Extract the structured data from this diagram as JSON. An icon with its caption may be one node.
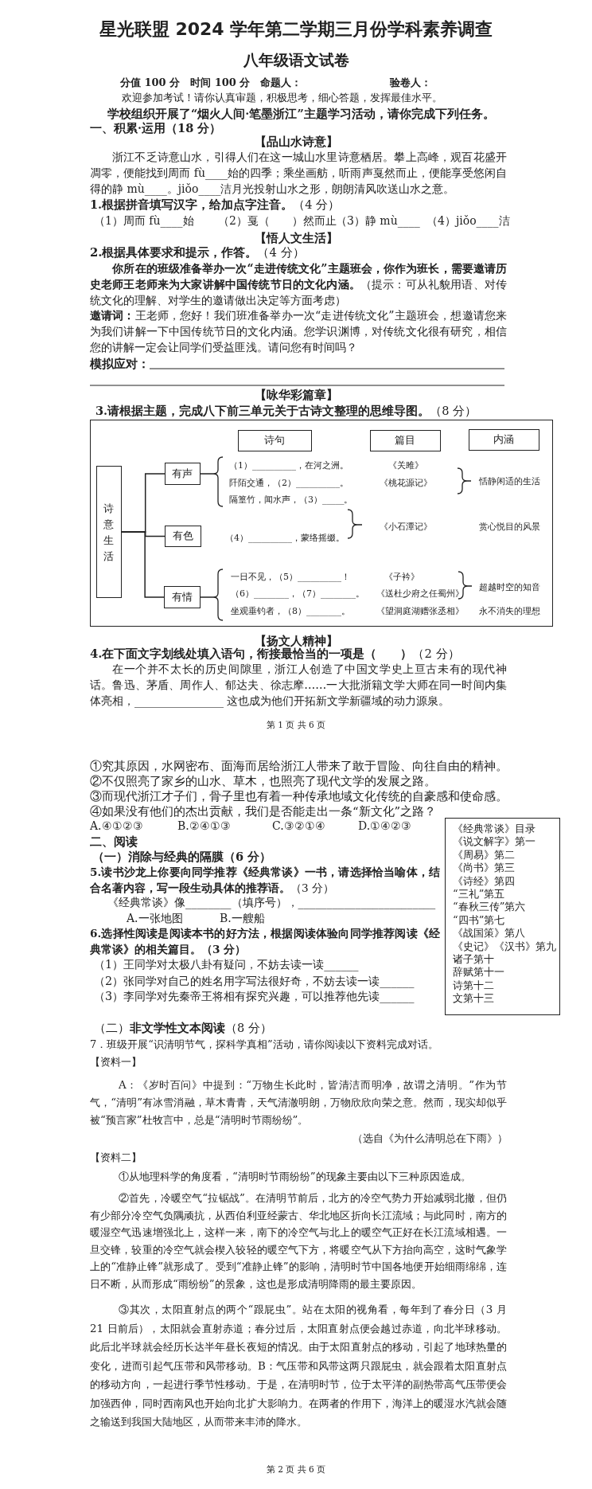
{
  "diagram": {
    "title": "星光联盟 2024 学年第二学期三月份学科素养调查",
    "nodes": [
      {
        "text": [],
        "shape": "box"
      },
      {
        "text": [
          "诗句"
        ],
        "in": 0
      },
      {
        "text": [
          "篇目"
        ],
        "in": 0
      },
      {
        "text": [
          "内涵"
        ],
        "in": 0
      },
      {
        "text": [
          "诗意生活"
        ],
        "in": 0
      },
      {
        "text": [
          "有声"
        ],
        "in": 0
      },
      {
        "text": [
          "有色"
        ],
        "in": 0
      },
      {
        "text": [
          "有情"
        ],
        "in": 0
      },
      {
        "text": [
          "《经典常谈》目录",
          "《说文解字》第一",
          "《周易》第二",
          "《尚书》第三",
          "《诗经》第四",
          "“三礼”第五",
          "“春秋三传”第六",
          "“四书”第七",
          "《战国策》第八",
          "《史记》《汉书》第九",
          "诸子第十",
          "辞赋第十一",
          "诗第十二",
          "文第十三"
        ]
      }
    ],
    "edges": [
      {
        "from": 4,
        "to": 5,
        "arrow": "none"
      },
      {
        "from": 4,
        "to": 6,
        "arrow": "none"
      },
      {
        "from": 4,
        "to": 7,
        "arrow": "none"
      }
    ],
    "labels": [
      "八年级语文试卷",
      "分值 100 分　时间 100 分　命题人：",
      "验卷人：",
      "欢迎参加考试！请你认真审题，积极思考，细心答题，发挥最佳水平。",
      "学校组织开展了“烟火人间·笔墨浙江”主题学习活动，请你完成下列任务。",
      "一、积累·运用（18 分）",
      "【品山水诗意】",
      "浙江不乏诗意山水，引得人们在这一城山水里诗意栖居。攀上高峰，观百花盛开凋零，便能找到周而 fù____始的四季；乘坐画舫，听雨声戛然而止，便能享受悠闲自得的静 mù____。jiǒo____洁月光投射山水之形，朗朗清风吹送山水之意。",
      "**1.根据拼音填写汉字，给加点字注音。**（4 分）",
      "（1）周而 fù____始",
      "（2）戛（　　）然而止",
      "（3）静 mù____",
      "（4）jiǒo____洁",
      "【悟人文生活】",
      "**2.根据具体要求和提示，作答。**（4 分）",
      "**你所在的班级准备举办一次“走进传统文化”主题班会，你作为班长，需要邀请历史老师王老师来为大家讲解中国传统节日的文化内涵。**（提示：可从礼貌用语、对传统文化的理解、对学生的邀请做出决定等方面考虑）",
      "**邀请词：**王老师，您好！我们班准备举办一次“走进传统文化”主题班会，想邀请您来为我们讲解一下中国传统节日的文化内涵。您学识渊博，对传统文化很有研究，相信您的讲解一定会让同学们受益匪浅。请问您有时间吗？",
      "模拟应对：",
      "【咏华彩篇章】",
      "**3.请根据主题，完成八下前三单元关于古诗文整理的思维导图。**（8 分）",
      "（1）__________，在河之洲。",
      "《关雎》",
      "阡陌交通，（2）__________。",
      "《桃花源记》",
      "隔篁竹，闻水声，（3）_____。",
      "恬静闲适的生活",
      "（4）__________，蒙络摇缀。",
      "《小石潭记》",
      "赏心悦目的风景",
      "一日不见，（5）__________！",
      "《子衿》",
      "（6）________，（7）________。",
      "《送杜少府之任蜀州》",
      "超越时空的知音",
      "坐观垂钓者，（8）________。",
      "《望洞庭湖赠张丞相》",
      "永不消失的理想",
      "【扬文人精神】",
      "**4.在下面文字划线处填入语句，衔接最恰当的一项是（　　）**（2 分）",
      "在一个并不太长的历史间隙里，浙江人创造了中国文学史上亘古未有的现代神话。鲁迅、茅盾、周作人、郁达夫、徐志摩……一大批浙籍文学大师在同一时间内集体亮相，________________ 这也成为他们开拓新文学新疆域的动力源泉。",
      "第 1 页 共 6 页",
      "①究其原因，水网密布、面海而居给浙江人带来了敢于冒险、向往自由的精神。",
      "②不仅照亮了家乡的山水、草木，也照亮了现代文学的发展之路。",
      "③而现代浙江才子们，骨子里也有着一种传承地域文化传统的自豪感和使命感。",
      "④如果没有他们的杰出贡献，我们是否能走出一条“新文化”之路？",
      "A.④①②③",
      "B.②④①③",
      "C.③②①④",
      "D.①④②③",
      "二、阅读",
      "（一）消除与经典的隔膜（6 分）",
      "**5.读书沙龙上你要向同学推荐《经典常谈》一书，请选择恰当喻体，结合名著内容，写一段生动具体的推荐语。**（3 分）",
      "《经典常谈》像________（填序号），________________________",
      "A.一张地图",
      "B.一艘船",
      "6.选择性阅读是阅读本书的好方法，根据阅读体验向同学推荐阅读《经典常谈》的相关篇目。（3 分）",
      "（1）王同学对太极八卦有疑问，不妨去读一读______",
      "（2）张同学对自己的姓名用字写法很好奇，不妨去读一读______",
      "（3）李同学对先秦帝王将相有探究兴趣，可以推荐他先读______",
      "（二）**非文学性文本阅读**（8 分）",
      "7．班级开展“识清明节气，探科学真相”活动，请你阅读以下资料完成对话。",
      "【资料一】",
      "A：《岁时百问》中提到：“万物生长此时，皆清洁而明净，故谓之清明。”作为节气，“清明”有冰雪消融，草木青青，天气清澈明朗，万物欣欣向荣之意。然而，现实却似乎被“预言家”杜牧言中，总是“清明时节雨纷纷”。",
      "（选自《为什么清明总在下雨》）",
      "【资料二】",
      "①从地理科学的角度看，“清明时节雨纷纷”的现象主要由以下三种原因造成。",
      "②首先，冷暖空气“拉锯战”。在清明节前后，北方的冷空气势力开始减弱北撤，但仍有少部分冷空气负隅顽抗，从西伯利亚经蒙古、华北地区折向长江流域；与此同时，南方的暖湿空气迅速增强北上，这样一来，南下的冷空气与北上的暖空气正好在长江流域相遇。一旦交锋，较重的冷空气就会楔入较轻的暖空气下方，将暖空气从下方抬向高空，这时气象学上的“准静止锋”就形成了。受到“准静止锋”的影响，清明时节中国各地便开始细雨绵绵，连日不断，从而形成“雨纷纷”的景象，这也是形成清明降雨的最主要原因。",
      "③其次，太阳直射点的两个“跟屁虫”。站在太阳的视角看，每年到了春分日（3 月 21 日前后），太阳就会直射赤道；春分过后，太阳直射点便会越过赤道，向北半球移动。此后北半球就会经历长达半年昼长夜短的情况。由于太阳直射点的移动，引起了地球热量的变化，进而引起气压带和风带移动。B：气压带和风带这两只跟屁虫，就会跟着太阳直射点的移动方向，一起进行季节性移动。于是，在清明时节，位于太平洋的副热带高气压带便会加强西伸，同时西南风也开始向北扩大影响力。在两者的作用下，海洋上的暖湿水汽就会随之输送到我国大陆地区，从而带来丰沛的降水。",
      "第 2 页 共 6 页"
    ]
  }
}
